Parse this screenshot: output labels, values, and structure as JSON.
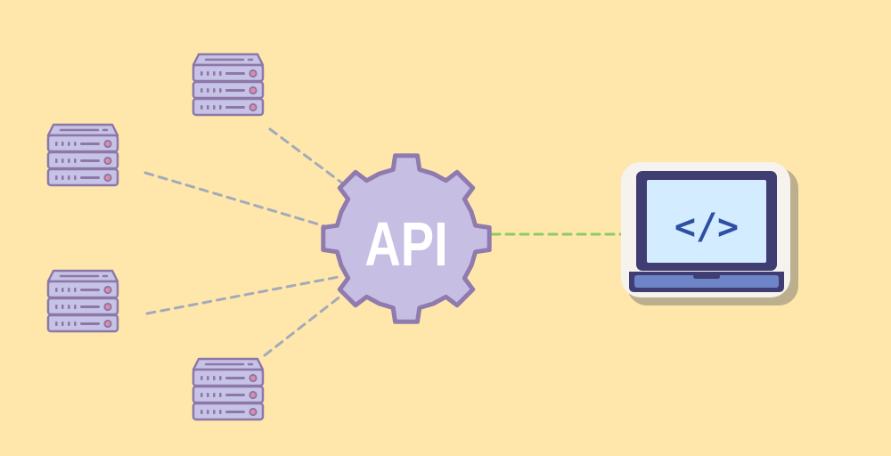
{
  "diagram": {
    "central_node": {
      "label": "API",
      "icon": "gear-icon"
    },
    "client": {
      "icon": "laptop-icon",
      "screen_text": "</>",
      "link_style": "dashed-green"
    },
    "servers": [
      {
        "icon": "server-rack-icon",
        "link_style": "dashed-gray"
      },
      {
        "icon": "server-rack-icon",
        "link_style": "dashed-gray"
      },
      {
        "icon": "server-rack-icon",
        "link_style": "dashed-gray"
      },
      {
        "icon": "server-rack-icon",
        "link_style": "dashed-gray"
      }
    ]
  },
  "colors": {
    "background": "#FFE7AC",
    "server_fill": "#C7C3E6",
    "server_stroke": "#8C78A8",
    "gear_fill": "#C7BEE4",
    "gear_stroke": "#8F7BAD",
    "laptop_frame": "#3F3D72",
    "laptop_screen": "#D4ECFF",
    "laptop_base": "#6D84C6",
    "code_color": "#2F4FA3",
    "server_link": "#A3ABB8",
    "client_link": "#8CCB62"
  }
}
